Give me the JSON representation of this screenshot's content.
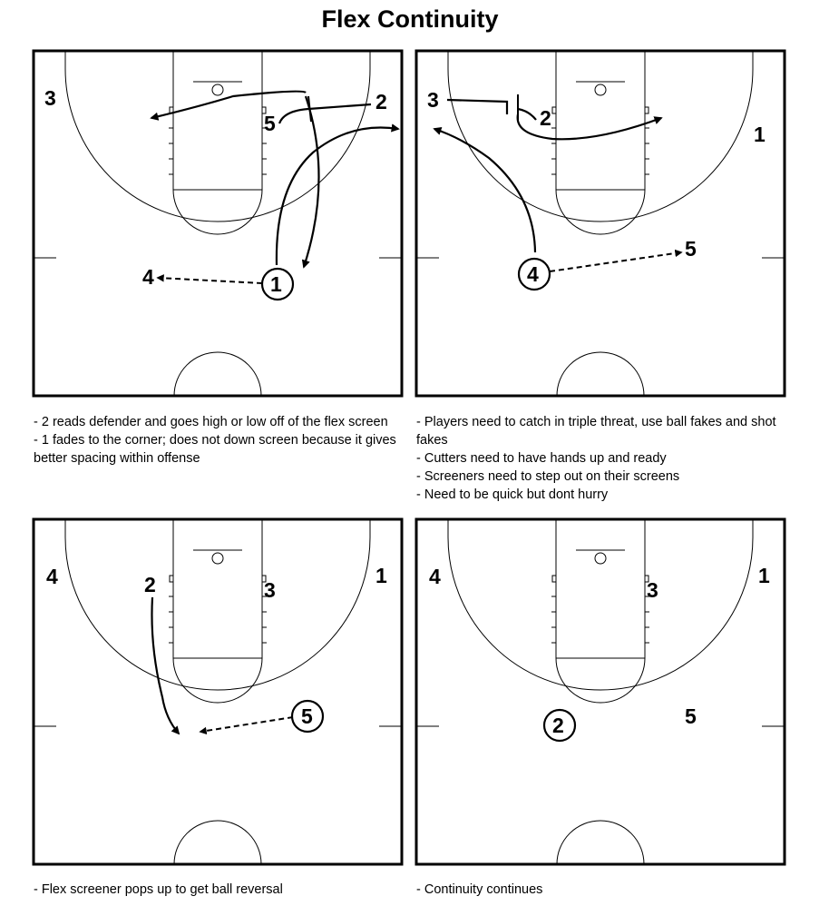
{
  "title": "Flex Continuity",
  "diagrams": [
    {
      "players": [
        "3",
        "2",
        "5",
        "1",
        "4"
      ],
      "notes": [
        "- 2 reads defender and goes high or low off of the flex screen",
        "- 1 fades to the corner; does not down screen because it gives better spacing within offense"
      ]
    },
    {
      "players": [
        "3",
        "2",
        "1",
        "4",
        "5"
      ],
      "notes": [
        "- Players need to catch in triple threat, use ball fakes and shot fakes",
        "- Cutters need to have hands up and ready",
        "- Screeners need to step out on their screens",
        "- Need to be quick but dont hurry"
      ]
    },
    {
      "players": [
        "4",
        "2",
        "3",
        "1",
        "5"
      ],
      "notes": [
        "- Flex screener pops up to get ball reversal"
      ]
    },
    {
      "players": [
        "4",
        "3",
        "1",
        "2",
        "5"
      ],
      "notes": [
        "- Continuity continues"
      ]
    }
  ]
}
